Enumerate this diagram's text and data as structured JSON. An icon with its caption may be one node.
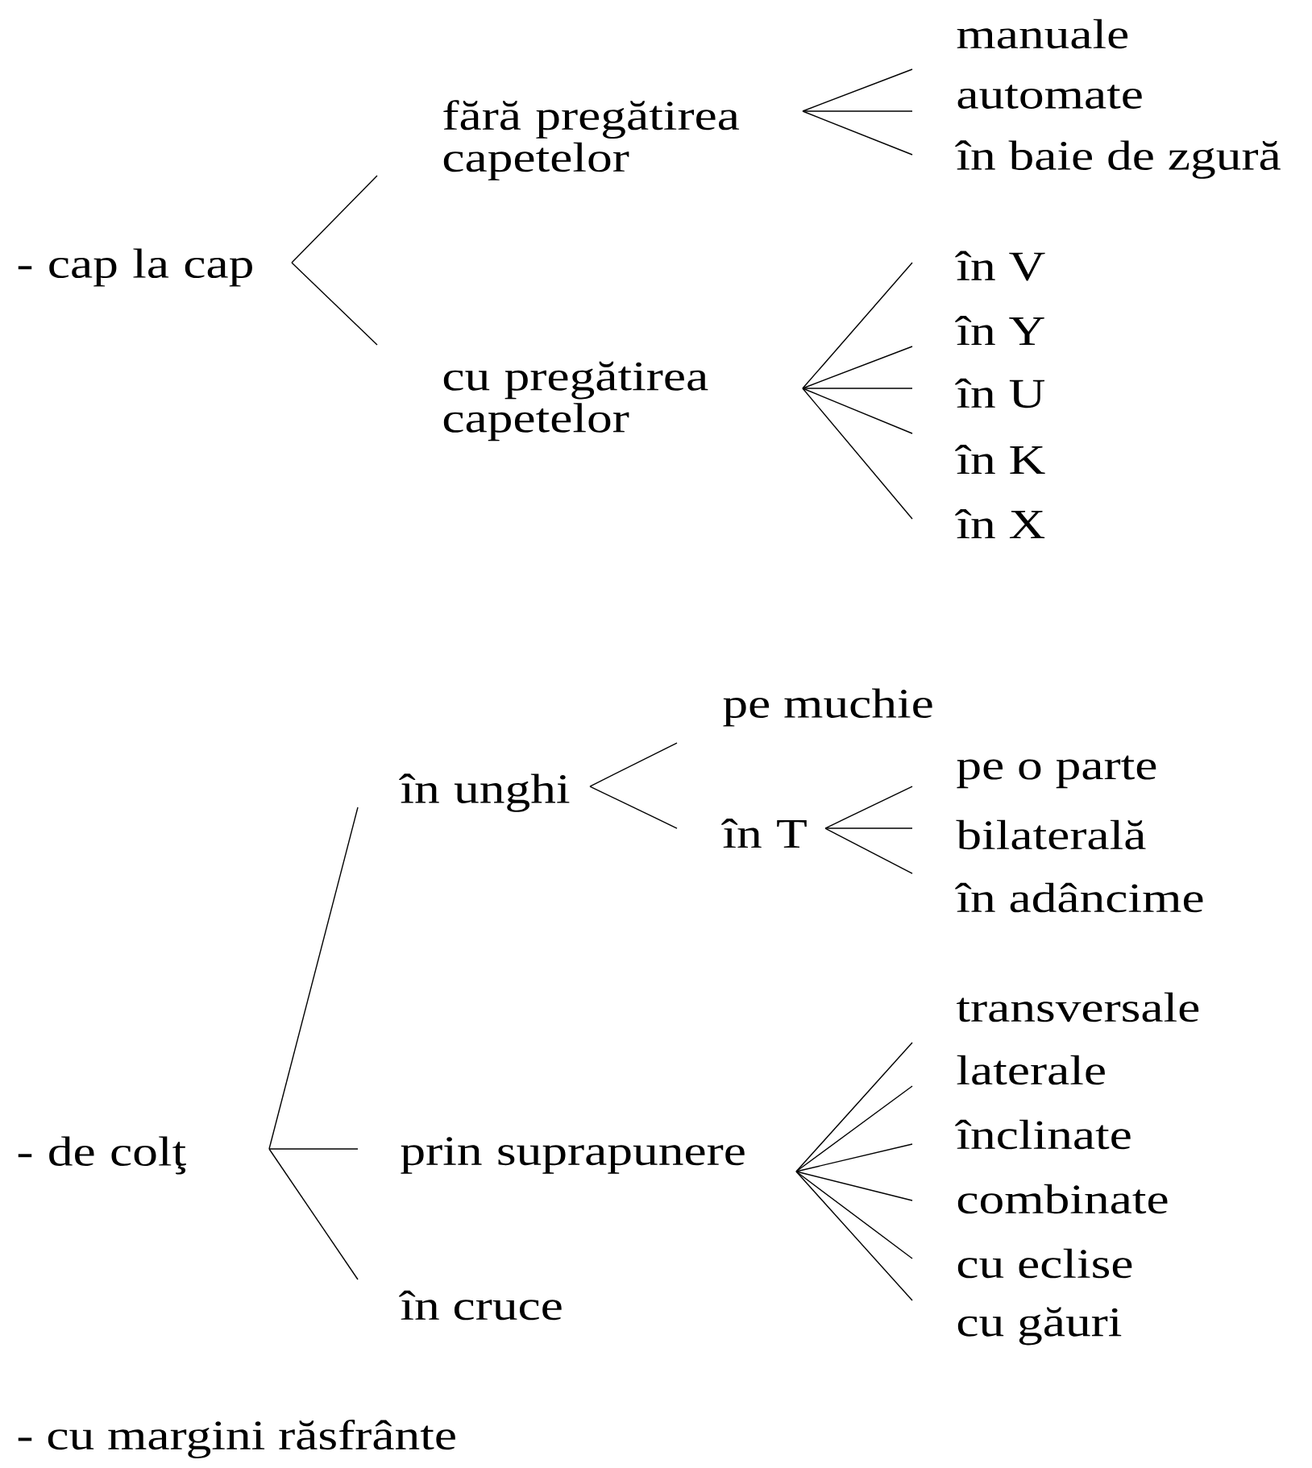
{
  "diagram": {
    "nodes": [
      {
        "text": [
          "- cap la cap"
        ]
      },
      {
        "text": [
          "fără pregătirea capetelor"
        ]
      },
      {
        "text": [
          "cu pregătirea capetelor"
        ]
      },
      {
        "text": [
          "manuale"
        ]
      },
      {
        "text": [
          "automate"
        ]
      },
      {
        "text": [
          "în baie de zgură"
        ]
      },
      {
        "text": [
          "în V"
        ]
      },
      {
        "text": [
          "în Y"
        ]
      },
      {
        "text": [
          "în U"
        ]
      },
      {
        "text": [
          "în K"
        ]
      },
      {
        "text": [
          "în X"
        ]
      },
      {
        "text": [
          "- de colţ"
        ]
      },
      {
        "text": [
          "în unghi"
        ]
      },
      {
        "text": [
          "pe muchie"
        ]
      },
      {
        "text": [
          "în T"
        ]
      },
      {
        "text": [
          "pe o parte"
        ]
      },
      {
        "text": [
          "bilaterală"
        ]
      },
      {
        "text": [
          "în adâncime"
        ]
      },
      {
        "text": [
          "prin suprapunere"
        ]
      },
      {
        "text": [
          "în cruce"
        ]
      },
      {
        "text": [
          "transversale"
        ]
      },
      {
        "text": [
          "laterale"
        ]
      },
      {
        "text": [
          "înclinate"
        ]
      },
      {
        "text": [
          "combinate"
        ]
      },
      {
        "text": [
          "cu eclise"
        ]
      },
      {
        "text": [
          "cu găuri"
        ]
      }
    ],
    "edges": [
      {
        "from": 0,
        "to": 1,
        "arrow": "none"
      },
      {
        "from": 0,
        "to": 2,
        "arrow": "none"
      },
      {
        "from": 1,
        "to": 3,
        "arrow": "none"
      },
      {
        "from": 1,
        "to": 4,
        "arrow": "none"
      },
      {
        "from": 1,
        "to": 5,
        "arrow": "none"
      },
      {
        "from": 2,
        "to": 6,
        "arrow": "none"
      },
      {
        "from": 2,
        "to": 7,
        "arrow": "none"
      },
      {
        "from": 2,
        "to": 8,
        "arrow": "none"
      },
      {
        "from": 2,
        "to": 9,
        "arrow": "none"
      },
      {
        "from": 2,
        "to": 10,
        "arrow": "none"
      },
      {
        "from": 11,
        "to": 12,
        "arrow": "none"
      },
      {
        "from": 11,
        "to": 18,
        "arrow": "none"
      },
      {
        "from": 11,
        "to": 19,
        "arrow": "none"
      },
      {
        "from": 12,
        "to": 13,
        "arrow": "none"
      },
      {
        "from": 12,
        "to": 14,
        "arrow": "none"
      },
      {
        "from": 14,
        "to": 15,
        "arrow": "none"
      },
      {
        "from": 14,
        "to": 16,
        "arrow": "none"
      },
      {
        "from": 14,
        "to": 17,
        "arrow": "none"
      },
      {
        "from": 18,
        "to": 20,
        "arrow": "none"
      },
      {
        "from": 18,
        "to": 21,
        "arrow": "none"
      },
      {
        "from": 18,
        "to": 22,
        "arrow": "none"
      },
      {
        "from": 18,
        "to": 23,
        "arrow": "none"
      },
      {
        "from": 18,
        "to": 24,
        "arrow": "none"
      },
      {
        "from": 18,
        "to": 25,
        "arrow": "none"
      }
    ],
    "labels": [
      "- cu margini răsfrânte"
    ]
  }
}
